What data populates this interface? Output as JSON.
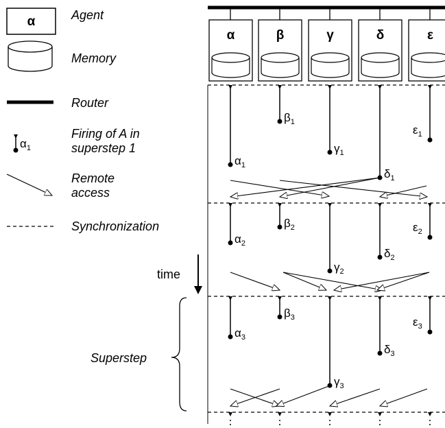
{
  "legend": {
    "agent": {
      "symbol": "α",
      "label": "Agent"
    },
    "memory": {
      "label": "Memory"
    },
    "router": {
      "label": "Router"
    },
    "firing": {
      "symbol": "α",
      "subscript": "1",
      "label_line1": "Firing of A in",
      "label_line2": "superstep 1"
    },
    "remote": {
      "label_line1": "Remote",
      "label_line2": "access"
    },
    "sync": {
      "label": "Synchronization"
    }
  },
  "time_label": "time",
  "superstep_label": "Superstep",
  "agents": [
    {
      "name": "α"
    },
    {
      "name": "β"
    },
    {
      "name": "γ"
    },
    {
      "name": "δ"
    },
    {
      "name": "ε"
    }
  ],
  "firings": {
    "superstep1": [
      {
        "greek": "α",
        "sub": "1"
      },
      {
        "greek": "β",
        "sub": "1"
      },
      {
        "greek": "γ",
        "sub": "1"
      },
      {
        "greek": "δ",
        "sub": "1"
      },
      {
        "greek": "ε",
        "sub": "1"
      }
    ],
    "superstep2": [
      {
        "greek": "α",
        "sub": "2"
      },
      {
        "greek": "β",
        "sub": "2"
      },
      {
        "greek": "γ",
        "sub": "2"
      },
      {
        "greek": "δ",
        "sub": "2"
      },
      {
        "greek": "ε",
        "sub": "2"
      }
    ],
    "superstep3": [
      {
        "greek": "α",
        "sub": "3"
      },
      {
        "greek": "β",
        "sub": "3"
      },
      {
        "greek": "γ",
        "sub": "3"
      },
      {
        "greek": "δ",
        "sub": "3"
      },
      {
        "greek": "ε",
        "sub": "3"
      }
    ]
  }
}
